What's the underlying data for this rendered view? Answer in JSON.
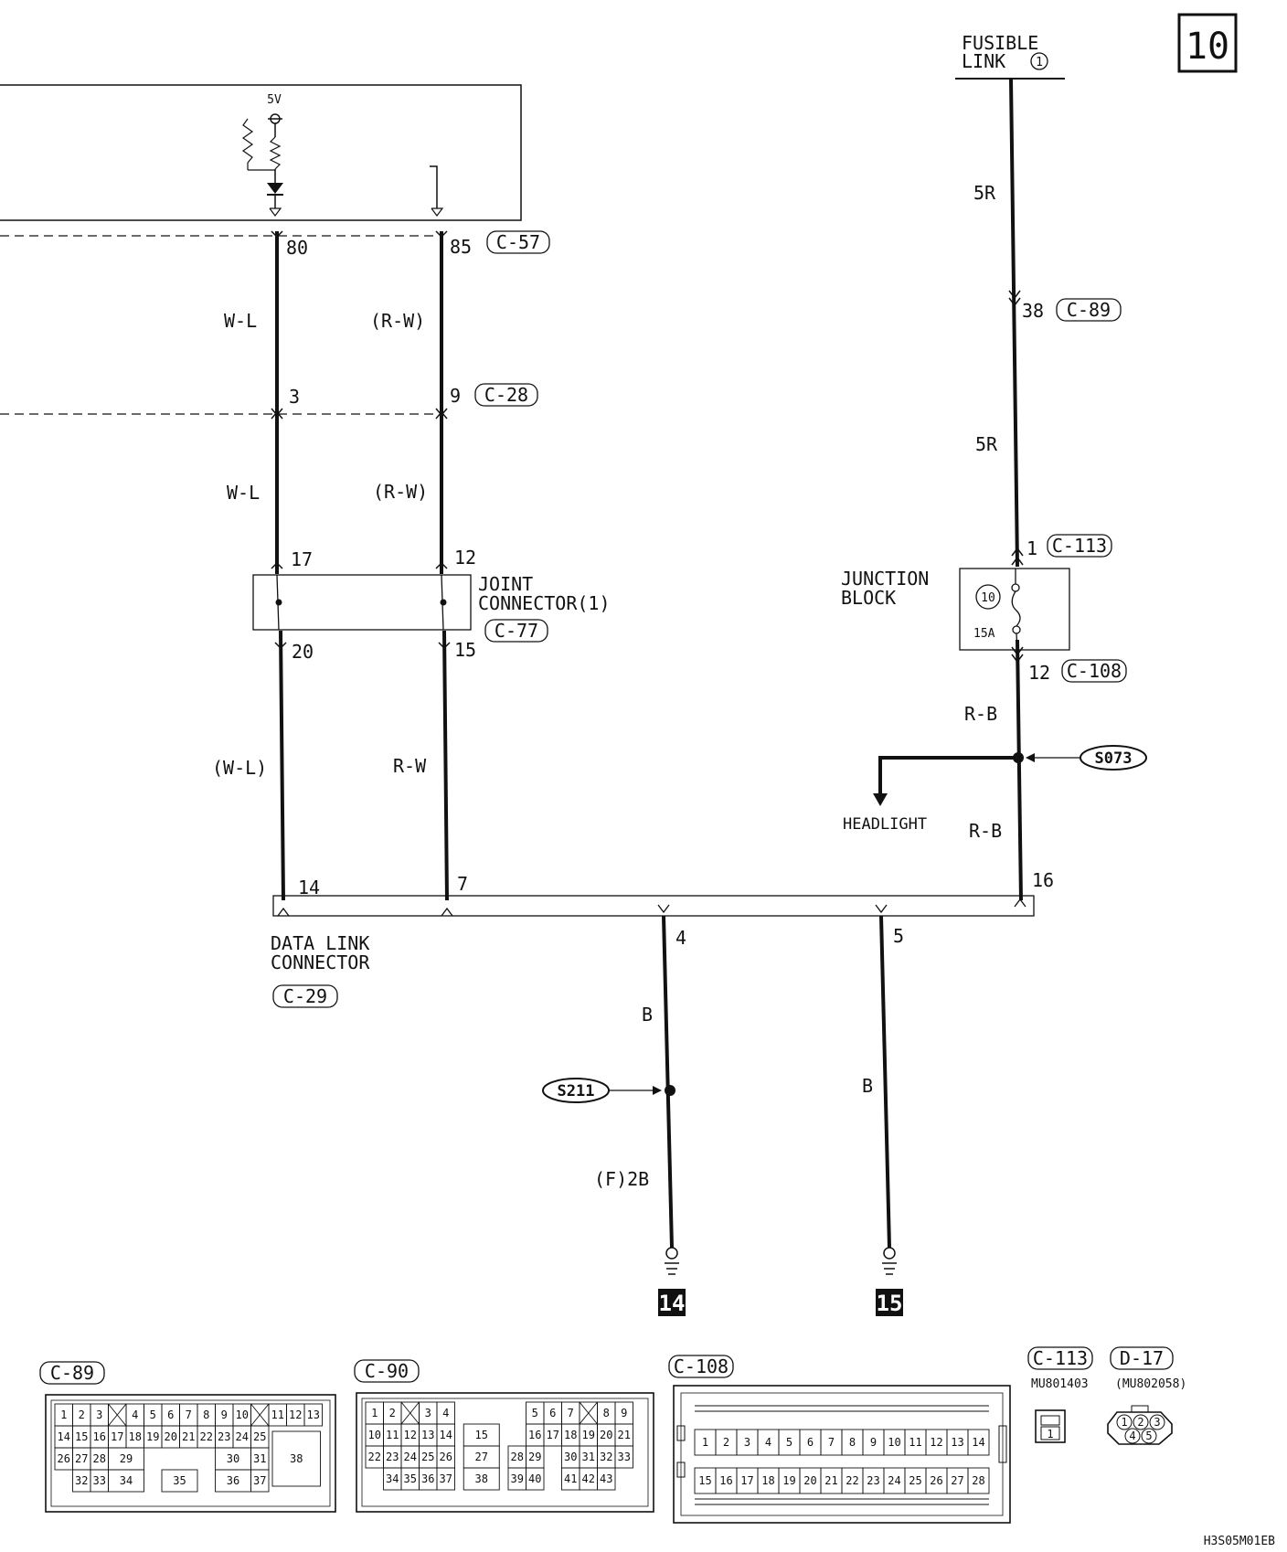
{
  "page": {
    "number": "10",
    "code": "H3S05M01EB"
  },
  "ecu": {
    "voltage": "5V"
  },
  "fusible_link": {
    "line1": "FUSIBLE",
    "line2": "LINK",
    "number": "1"
  },
  "wires": {
    "left_top_color": "W-L",
    "left_mid_color": "W-L",
    "left_low_color": "(W-L)",
    "right_top_color": "(R-W)",
    "right_mid_color": "(R-W)",
    "right_low_color": "R-W",
    "feed_top_color": "5R",
    "feed_mid_color": "5R",
    "feed_low1_color": "R-B",
    "feed_low2_color": "R-B",
    "ground_a_color": "B",
    "ground_a_low_color": "(F)2B",
    "ground_b_color": "B"
  },
  "pins": {
    "p80": "80",
    "p85": "85",
    "p3": "3",
    "p9": "9",
    "p17": "17",
    "p12": "12",
    "p20": "20",
    "p15": "15",
    "p14": "14",
    "p7": "7",
    "p16": "16",
    "p4": "4",
    "p5": "5",
    "p38": "38",
    "p1": "1",
    "p12b": "12"
  },
  "connectors": {
    "c57": "C-57",
    "c28": "C-28",
    "c77": "C-77",
    "c29": "C-29",
    "c89": "C-89",
    "c113": "C-113",
    "c108": "C-108",
    "c90": "C-90",
    "d17": "D-17"
  },
  "joint_connector": {
    "line1": "JOINT",
    "line2": "CONNECTOR(1)"
  },
  "data_link": {
    "line1": "DATA LINK",
    "line2": "CONNECTOR"
  },
  "junction_block": {
    "line1": "JUNCTION",
    "line2": "BLOCK",
    "fuse_number": "10",
    "fuse_rating": "15A"
  },
  "splices": {
    "s073": "S073",
    "s211": "S211"
  },
  "headlight": "HEADLIGHT",
  "grounds": {
    "g14": "14",
    "g15": "15"
  },
  "part_numbers": {
    "c113": "MU801403",
    "d17": "(MU802058)"
  },
  "connector_views": {
    "c89_cells": [
      "1",
      "2",
      "3",
      "4",
      "5",
      "6",
      "7",
      "8",
      "9",
      "10",
      "11",
      "12",
      "13",
      "14",
      "15",
      "16",
      "17",
      "18",
      "19",
      "20",
      "21",
      "22",
      "23",
      "24",
      "25",
      "26",
      "27",
      "28",
      "29",
      "30",
      "31",
      "38",
      "32",
      "33",
      "34",
      "35",
      "36",
      "37"
    ],
    "c90_cells": [
      "1",
      "2",
      "3",
      "4",
      "5",
      "6",
      "7",
      "8",
      "9",
      "10",
      "11",
      "12",
      "13",
      "14",
      "15",
      "16",
      "17",
      "18",
      "19",
      "20",
      "21",
      "22",
      "23",
      "24",
      "25",
      "26",
      "27",
      "28",
      "29",
      "30",
      "31",
      "32",
      "33",
      "34",
      "35",
      "36",
      "37",
      "38",
      "39",
      "40",
      "41",
      "42",
      "43"
    ],
    "c108_row1": [
      "1",
      "2",
      "3",
      "4",
      "5",
      "6",
      "7",
      "8",
      "9",
      "10",
      "11",
      "12",
      "13",
      "14"
    ],
    "c108_row2": [
      "15",
      "16",
      "17",
      "18",
      "19",
      "20",
      "21",
      "22",
      "23",
      "24",
      "25",
      "26",
      "27",
      "28"
    ],
    "c113_cells": [
      "1"
    ],
    "d17_cells": [
      "1",
      "2",
      "3",
      "4",
      "5"
    ]
  }
}
